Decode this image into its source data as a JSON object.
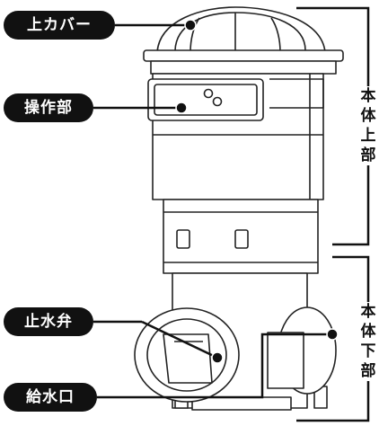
{
  "labels": {
    "top_cover": "上カバー",
    "control_panel": "操作部",
    "shutoff_valve": "止水弁",
    "water_inlet": "給水口"
  },
  "side_labels": {
    "upper_body": "本体上部",
    "lower_body": "本体下部"
  },
  "colors": {
    "label_bg": "#111111",
    "label_text": "#ffffff",
    "line": "#111111",
    "drawing": "#222222"
  }
}
